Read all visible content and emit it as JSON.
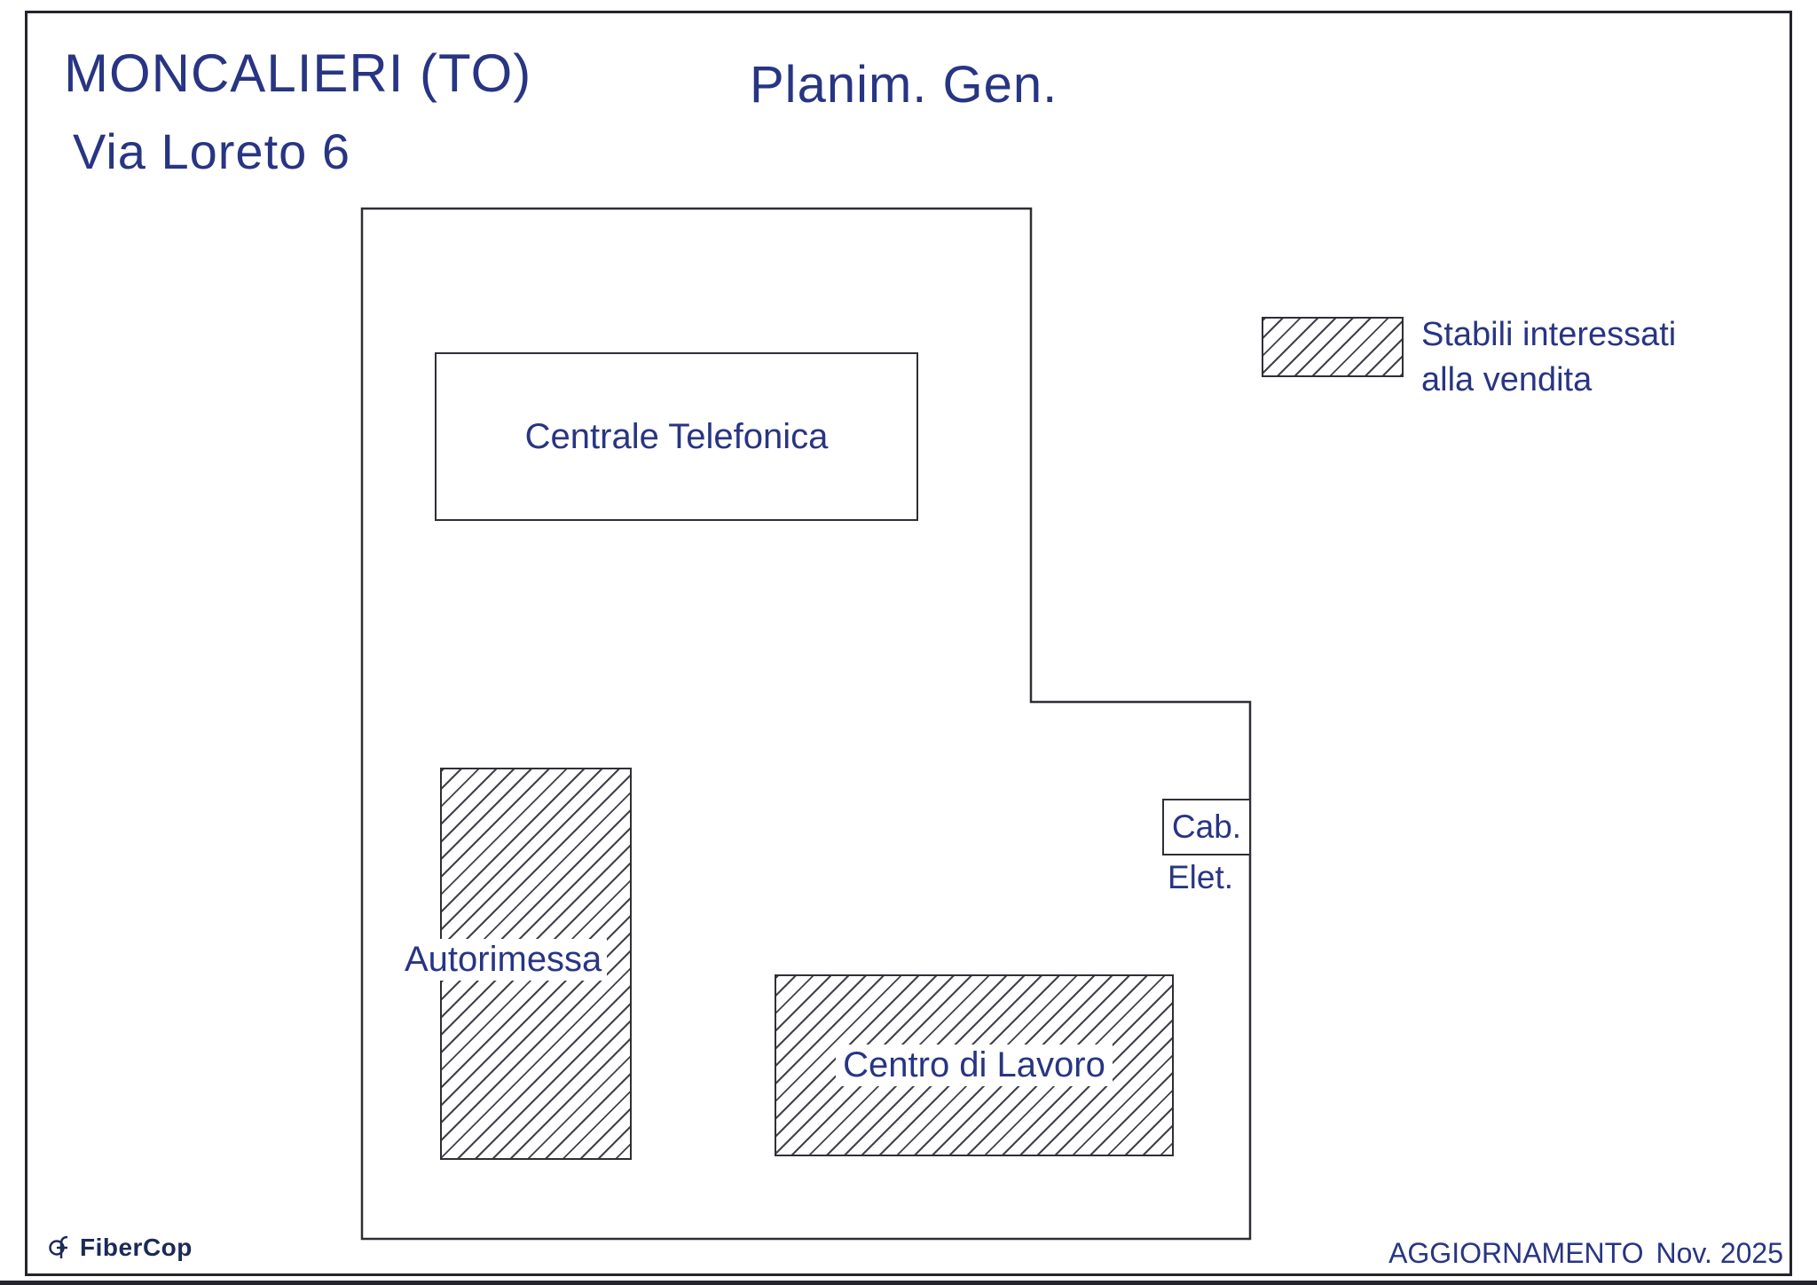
{
  "header": {
    "city": "MONCALIERI (TO)",
    "address": "Via Loreto 6",
    "drawing_title": "Planim. Gen."
  },
  "legend": {
    "line1": "Stabili interessati",
    "line2": "alla vendita"
  },
  "buildings": {
    "centrale_telefonica": {
      "label": "Centrale Telefonica",
      "hatched": false
    },
    "autorimessa": {
      "label": "Autorimessa",
      "hatched": true
    },
    "centro_di_lavoro": {
      "label": "Centro di Lavoro",
      "hatched": true
    },
    "cabina_elettrica": {
      "label_line1": "Cab.",
      "label_line2": "Elet.",
      "hatched": false
    }
  },
  "footer": {
    "logo_text": "FiberCop",
    "update_label": "AGGIORNAMENTO",
    "update_value": "Nov. 2025"
  },
  "colors": {
    "ink_navy": "#283583",
    "line_dark": "#2e2f36",
    "hatch_line": "#41424a",
    "border_dark": "#23242c",
    "paper": "#ffffff"
  }
}
